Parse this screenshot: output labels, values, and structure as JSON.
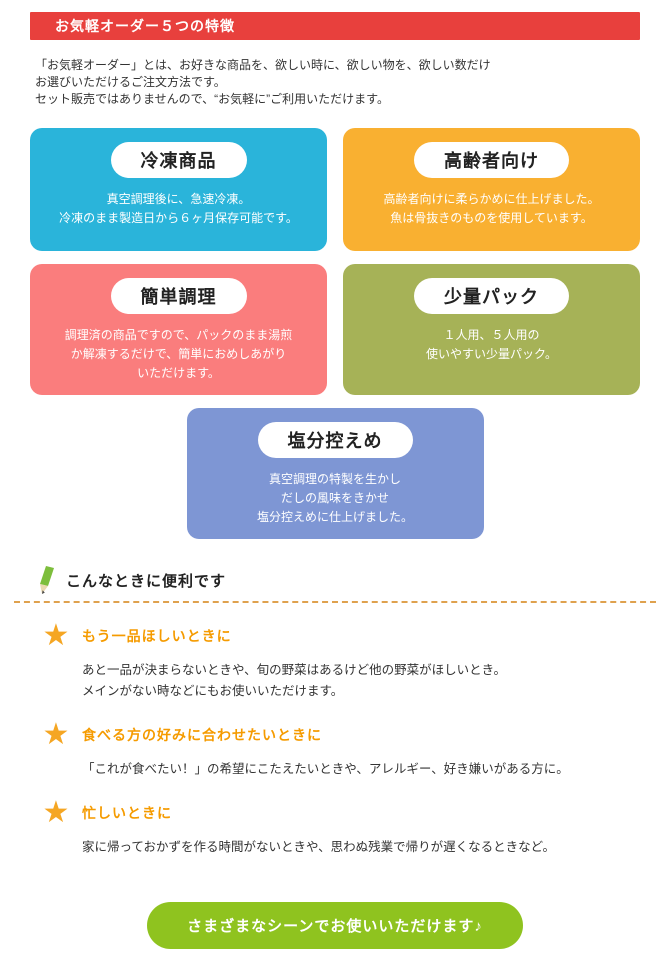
{
  "header": {
    "title": "お気軽オーダー５つの特徴"
  },
  "intro": {
    "lines": [
      "「お気軽オーダー」とは、お好きな商品を、欲しい時に、欲しい物を、欲しい数だけ",
      "お選びいただけるご注文方法です。",
      "セット販売ではありませんので、“お気軽に”ご利用いただけます。"
    ]
  },
  "features": [
    {
      "label": "冷凍商品",
      "color": "#2ab4da",
      "lines": [
        "真空調理後に、急速冷凍。",
        "冷凍のまま製造日から６ヶ月保存可能です。"
      ]
    },
    {
      "label": "高齢者向け",
      "color": "#f9b031",
      "lines": [
        "高齢者向けに柔らかめに仕上げました。",
        "魚は骨抜きのものを使用しています。"
      ]
    },
    {
      "label": "簡単調理",
      "color": "#fa7d7d",
      "lines": [
        "調理済の商品ですので、パックのまま湯煎",
        "か解凍するだけで、簡単におめしあがり",
        "いただけます。"
      ]
    },
    {
      "label": "少量パック",
      "color": "#a6b257",
      "lines": [
        "１人用、５人用の",
        "使いやすい少量パック。"
      ]
    },
    {
      "label": "塩分控えめ",
      "color": "#7e96d4",
      "lines": [
        "真空調理の特製を生かし",
        "だしの風味をきかせ",
        "塩分控えめに仕上げました。"
      ]
    }
  ],
  "convenient": {
    "heading": "こんなときに便利です",
    "items": [
      {
        "title": "もう一品ほしいときに",
        "lines": [
          "あと一品が決まらないときや、旬の野菜はあるけど他の野菜がほしいとき。",
          "メインがない時などにもお使いいただけます。"
        ]
      },
      {
        "title": "食べる方の好みに合わせたいときに",
        "lines": [
          "「これが食べたい！」の希望にこたえたいときや、アレルギー、好き嫌いがある方に。"
        ]
      },
      {
        "title": "忙しいときに",
        "lines": [
          "家に帰っておかずを作る時間がないときや、思わぬ残業で帰りが遅くなるときなど。"
        ]
      }
    ]
  },
  "footer": {
    "badge": "さまざまなシーンでお使いいただけます♪"
  },
  "icons": {
    "star": "★"
  },
  "colors": {
    "header_bg": "#e8403d",
    "divider": "#dfa14e",
    "star": "#f5a623",
    "use_case_title": "#f59b00",
    "badge_bg": "#8fc31f",
    "pencil_green": "#7dbe3c"
  }
}
